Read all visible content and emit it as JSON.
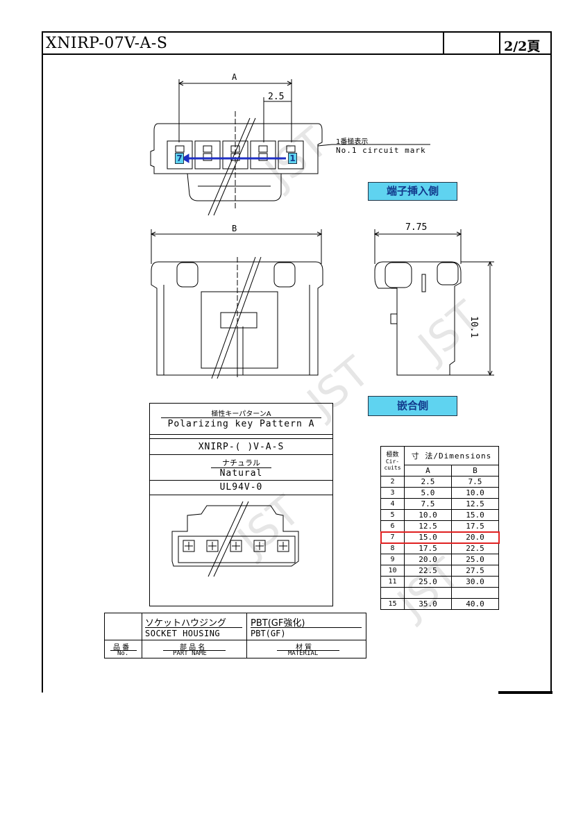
{
  "header": {
    "title": "XNIRP-07V-A-S",
    "page": "2/2頁"
  },
  "top_view": {
    "dim_a": "A",
    "dim_pitch": "2.5",
    "circuit_mark_jp": "1番極表示",
    "circuit_mark_en": "No.1 circuit mark",
    "pin_left": "7",
    "pin_right": "1",
    "insertion_side": "端子挿入側"
  },
  "front_view": {
    "dim_b": "B",
    "mating_side": "嵌合側"
  },
  "side_view": {
    "width": "7.75",
    "height": "10.1"
  },
  "legend": {
    "pattern_jp": "極性キーパターンA",
    "pattern_en": "Polarizing key Pattern A",
    "model": "XNIRP-( )V-A-S",
    "color_jp": "ナチュラル",
    "color_en": "Natural",
    "grade": "UL94V-0"
  },
  "dimensions_table": {
    "col_circuits_jp": "極数",
    "col_circuits_en": "Cir-cuits",
    "col_dims": "寸 法/Dimensions",
    "col_a": "A",
    "col_b": "B",
    "highlight_color": "#e02020",
    "rows": [
      {
        "c": "2",
        "a": "2.5",
        "b": "7.5"
      },
      {
        "c": "3",
        "a": "5.0",
        "b": "10.0"
      },
      {
        "c": "4",
        "a": "7.5",
        "b": "12.5"
      },
      {
        "c": "5",
        "a": "10.0",
        "b": "15.0"
      },
      {
        "c": "6",
        "a": "12.5",
        "b": "17.5"
      },
      {
        "c": "7",
        "a": "15.0",
        "b": "20.0"
      },
      {
        "c": "8",
        "a": "17.5",
        "b": "22.5"
      },
      {
        "c": "9",
        "a": "20.0",
        "b": "25.0"
      },
      {
        "c": "10",
        "a": "22.5",
        "b": "27.5"
      },
      {
        "c": "11",
        "a": "25.0",
        "b": "30.0"
      },
      {
        "c": "",
        "a": "",
        "b": ""
      },
      {
        "c": "15",
        "a": "35.0",
        "b": "40.0"
      }
    ]
  },
  "parts_table": {
    "part_name_jp": "ソケットハウジング",
    "part_name_en": "SOCKET HOUSING",
    "material_jp": "PBT(GF強化)",
    "material_en": "PBT(GF)",
    "col_no_jp": "品 番",
    "col_no_en": "No.",
    "col_part_jp": "部 品 名",
    "col_part_en": "PART NAME",
    "col_mat_jp": "材 質",
    "col_mat_en": "MATERIAL"
  },
  "watermark": "JST"
}
